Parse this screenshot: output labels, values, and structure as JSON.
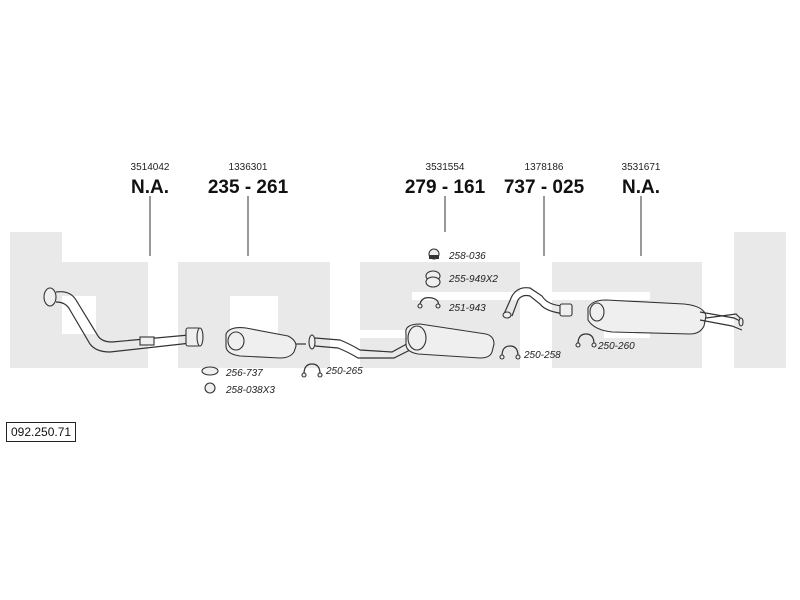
{
  "diagram_code": "092.250.71",
  "watermark_text": "bosal",
  "parts": [
    {
      "ref": "3514042",
      "number": "N.A.",
      "name": "front-pipe"
    },
    {
      "ref": "1336301",
      "number": "235 - 261",
      "name": "front-silencer"
    },
    {
      "ref": "3531554",
      "number": "279 - 161",
      "name": "middle-silencer"
    },
    {
      "ref": "1378186",
      "number": "737 - 025",
      "name": "tail-pipe"
    },
    {
      "ref": "3531671",
      "number": "N.A.",
      "name": "rear-silencer"
    }
  ],
  "accessories": [
    {
      "code": "258-036"
    },
    {
      "code": "255-949X2"
    },
    {
      "code": "251-943"
    },
    {
      "code": "256-737"
    },
    {
      "code": "258-038X3"
    },
    {
      "code": "250-265"
    },
    {
      "code": "250-258"
    },
    {
      "code": "250-260"
    }
  ],
  "colors": {
    "watermark": "#e9e9e9",
    "line": "#333333",
    "part_fill": "#efefef"
  }
}
